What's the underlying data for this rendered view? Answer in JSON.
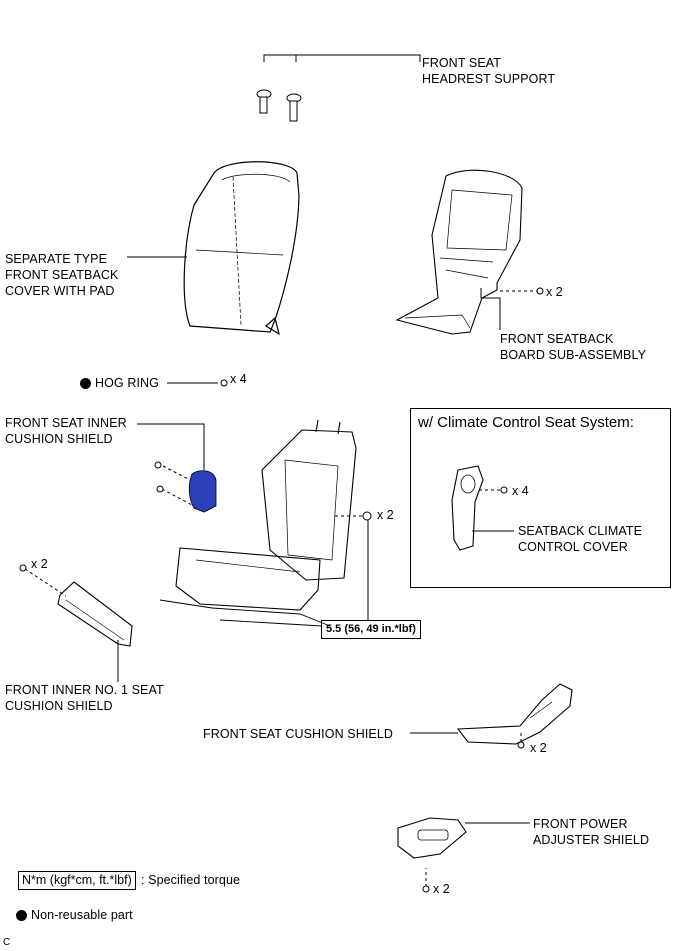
{
  "labels": {
    "headrest_support": "FRONT SEAT\nHEADREST SUPPORT",
    "seatback_cover": "SEPARATE TYPE\nFRONT SEATBACK\nCOVER WITH PAD",
    "seatback_board": "FRONT SEATBACK\nBOARD SUB-ASSEMBLY",
    "hog_ring": "HOG RING",
    "inner_cushion_shield": "FRONT SEAT INNER\nCUSHION SHIELD",
    "climate_title": "w/ Climate Control Seat System:",
    "climate_cover": "SEATBACK CLIMATE\nCONTROL COVER",
    "inner_no1_shield": "FRONT INNER NO. 1 SEAT\nCUSHION SHIELD",
    "cushion_shield": "FRONT SEAT CUSHION SHIELD",
    "power_adjuster_shield": "FRONT POWER\nADJUSTER SHIELD"
  },
  "counts": {
    "seatback_board_clips": "x 2",
    "hog_ring": "x 4",
    "frame_bolt": "x 2",
    "climate_clips": "x 4",
    "inner_no1_clips": "x 2",
    "cushion_shield_screws": "x 2",
    "power_adjuster_clips": "x 2"
  },
  "torque": "5.5 (56, 49 in.*lbf)",
  "legend": {
    "torque_unit": "N*m (kgf*cm, ft.*lbf)",
    "torque_text": ": Specified torque",
    "non_reusable": "Non-reusable part"
  },
  "corner_mark": "C",
  "colors": {
    "line": "#000000",
    "highlight_part": "#2b3fb8"
  }
}
